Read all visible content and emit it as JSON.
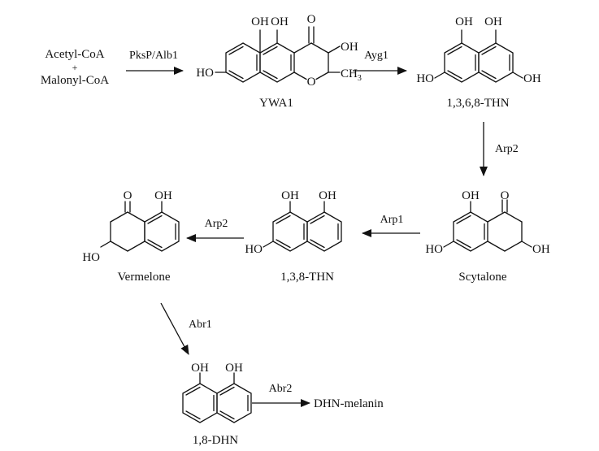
{
  "substrates": {
    "acetyl": "Acetyl-CoA",
    "plus": "+",
    "malonyl": "Malonyl-CoA"
  },
  "enzymes": {
    "pksp": "PksP/Alb1",
    "ayg1": "Ayg1",
    "arp2_down": "Arp2",
    "arp1": "Arp1",
    "arp2_left": "Arp2",
    "abr1": "Abr1",
    "abr2": "Abr2"
  },
  "compounds": {
    "ywa1": "YWA1",
    "thn4": "1,3,6,8-THN",
    "scytalone": "Scytalone",
    "thn3": "1,3,8-THN",
    "vermelone": "Vermelone",
    "dhn": "1,8-DHN",
    "melanin": "DHN-melanin"
  },
  "atoms": {
    "oh": "OH",
    "ho": "HO",
    "o": "O",
    "ch3": "CH",
    "ch3_sub": "3"
  }
}
